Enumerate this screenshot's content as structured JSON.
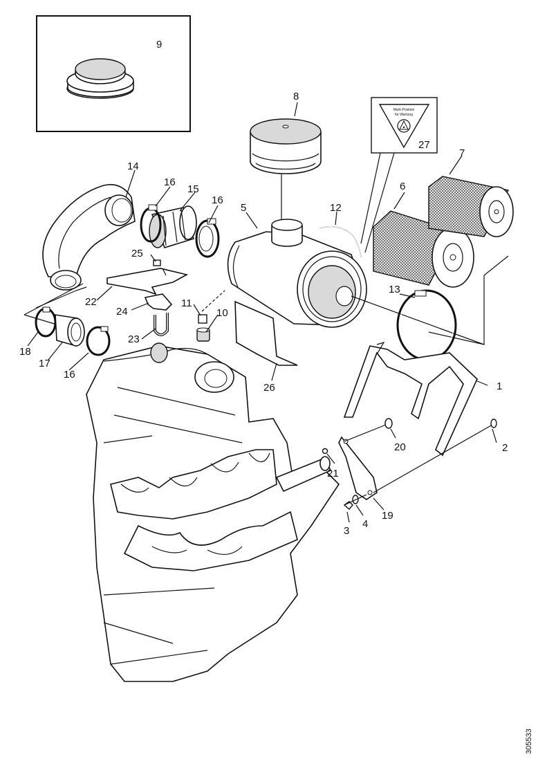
{
  "drawing_number": "305533",
  "warning_label": {
    "line1": "Mark-Position",
    "line2": "für Wartung",
    "symbol": "warning-triangle-icon"
  },
  "callouts": [
    {
      "id": "c1",
      "label": "1"
    },
    {
      "id": "c2",
      "label": "2"
    },
    {
      "id": "c3",
      "label": "3"
    },
    {
      "id": "c4",
      "label": "4"
    },
    {
      "id": "c5",
      "label": "5"
    },
    {
      "id": "c6",
      "label": "6"
    },
    {
      "id": "c7",
      "label": "7"
    },
    {
      "id": "c8",
      "label": "8"
    },
    {
      "id": "c9",
      "label": "9"
    },
    {
      "id": "c10",
      "label": "10"
    },
    {
      "id": "c11",
      "label": "11"
    },
    {
      "id": "c12",
      "label": "12"
    },
    {
      "id": "c13",
      "label": "13"
    },
    {
      "id": "c14",
      "label": "14"
    },
    {
      "id": "c15",
      "label": "15"
    },
    {
      "id": "c16a",
      "label": "16"
    },
    {
      "id": "c16b",
      "label": "16"
    },
    {
      "id": "c16c",
      "label": "16"
    },
    {
      "id": "c17",
      "label": "17"
    },
    {
      "id": "c18",
      "label": "18"
    },
    {
      "id": "c19",
      "label": "19"
    },
    {
      "id": "c20",
      "label": "20"
    },
    {
      "id": "c21",
      "label": "21"
    },
    {
      "id": "c22",
      "label": "22"
    },
    {
      "id": "c23",
      "label": "23"
    },
    {
      "id": "c24",
      "label": "24"
    },
    {
      "id": "c25",
      "label": "25"
    },
    {
      "id": "c26",
      "label": "26"
    },
    {
      "id": "c27",
      "label": "27"
    }
  ]
}
